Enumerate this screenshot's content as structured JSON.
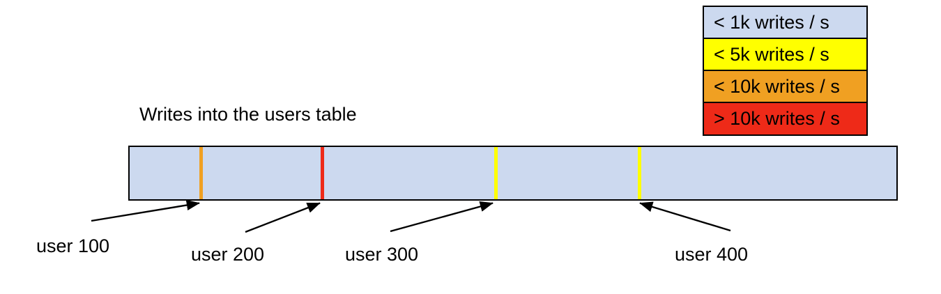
{
  "chart_data": {
    "type": "bar",
    "title": "Writes into the users table",
    "orientation": "horizontal-range",
    "description": "A single horizontal table range shaded by write rate, with partition boundary lines marking user id ranges.",
    "xlabel": "",
    "ylabel": "",
    "grid": false,
    "legend_position": "top-right",
    "legend": [
      {
        "label": "< 1k writes / s",
        "color": "#ccd9ef"
      },
      {
        "label": "< 5k writes / s",
        "color": "#ffff00"
      },
      {
        "label": "< 10k writes / s",
        "color": "#f0a022"
      },
      {
        "label": "> 10k writes / s",
        "color": "#ee2a18"
      }
    ],
    "bar": {
      "fill_color": "#ccd9ef",
      "fill_legend_label": "< 1k writes / s",
      "border_color": "#000000"
    },
    "partitions": [
      {
        "label": "user 100",
        "position_pct": 9.6,
        "color": "#f0a022",
        "legend_label": "< 10k writes / s"
      },
      {
        "label": "user 200",
        "position_pct": 25.2,
        "color": "#ee2a18",
        "legend_label": "> 10k writes / s"
      },
      {
        "label": "user 300",
        "position_pct": 47.6,
        "color": "#ffff00",
        "legend_label": "< 5k writes / s"
      },
      {
        "label": "user 400",
        "position_pct": 66.2,
        "color": "#ffff00",
        "legend_label": "< 5k writes / s"
      }
    ],
    "callouts": [
      {
        "label": "user 100"
      },
      {
        "label": "user 200"
      },
      {
        "label": "user 300"
      },
      {
        "label": "user 400"
      }
    ]
  },
  "legend": {
    "rows": [
      {
        "label": "< 1k writes / s"
      },
      {
        "label": "< 5k writes / s"
      },
      {
        "label": "< 10k writes / s"
      },
      {
        "label": "> 10k writes / s"
      }
    ]
  },
  "diagram": {
    "title": "Writes into the users table",
    "callouts": [
      {
        "label": "user 100"
      },
      {
        "label": "user 200"
      },
      {
        "label": "user 300"
      },
      {
        "label": "user 400"
      }
    ]
  }
}
